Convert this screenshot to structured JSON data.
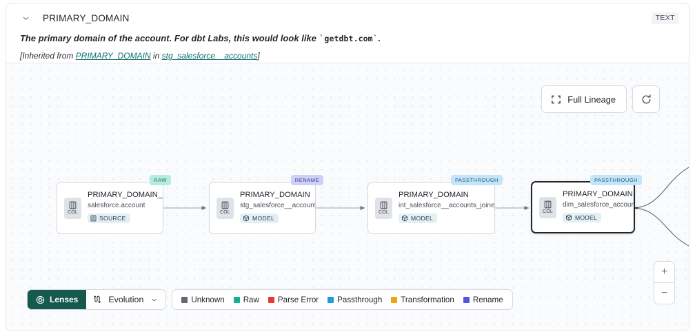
{
  "header": {
    "title": "PRIMARY_DOMAIN",
    "type_badge": "TEXT",
    "chevron_icon": "chevron-down-icon",
    "description_pre": "The primary domain of the account. For dbt Labs, this would look like ",
    "description_code": "getdbt.com",
    "description_post": ".",
    "inherit_pre": "[Inherited from ",
    "inherit_link1": "PRIMARY_DOMAIN",
    "inherit_mid": " in ",
    "inherit_link2": "stg_salesforce__accounts",
    "inherit_post": "]"
  },
  "controls": {
    "full_lineage_label": "Full Lineage",
    "full_lineage_icon": "expand-icon",
    "refresh_icon": "refresh-icon",
    "zoom_in_label": "+",
    "zoom_out_label": "−"
  },
  "graph": {
    "nodes": [
      {
        "name": "PRIMARY_DOMAIN__C",
        "dataset": "salesforce.account",
        "col_label": "COL",
        "col_icon": "column-icon",
        "kind": "SOURCE",
        "kind_icon": "database-icon",
        "tag": "RAW",
        "tag_class": "raw",
        "selected": false
      },
      {
        "name": "PRIMARY_DOMAIN",
        "dataset": "stg_salesforce__accounts",
        "col_label": "COL",
        "col_icon": "column-icon",
        "kind": "MODEL",
        "kind_icon": "cube-icon",
        "tag": "RENAME",
        "tag_class": "rename",
        "selected": false
      },
      {
        "name": "PRIMARY_DOMAIN",
        "dataset": "int_salesforce__accounts_joined",
        "col_label": "COL",
        "col_icon": "column-icon",
        "kind": "MODEL",
        "kind_icon": "cube-icon",
        "tag": "PASSTHROUGH",
        "tag_class": "passth",
        "selected": false
      },
      {
        "name": "PRIMARY_DOMAIN",
        "dataset": "dim_salesforce_accounts",
        "col_label": "COL",
        "col_icon": "column-icon",
        "kind": "MODEL",
        "kind_icon": "cube-icon",
        "tag": "PASSTHROUGH",
        "tag_class": "passth",
        "selected": true
      }
    ]
  },
  "toolbar": {
    "lenses_label": "Lenses",
    "lenses_icon": "aperture-icon",
    "evolution_label": "Evolution",
    "evolution_icon": "evolution-icon",
    "evolution_caret": "chevron-down-icon"
  },
  "legend": {
    "items": [
      {
        "label": "Unknown",
        "color": "#62686f"
      },
      {
        "label": "Raw",
        "color": "#12b194"
      },
      {
        "label": "Parse Error",
        "color": "#e23b32"
      },
      {
        "label": "Passthrough",
        "color": "#1b9ed8"
      },
      {
        "label": "Transformation",
        "color": "#f0a510"
      },
      {
        "label": "Rename",
        "color": "#5755e0"
      }
    ]
  }
}
